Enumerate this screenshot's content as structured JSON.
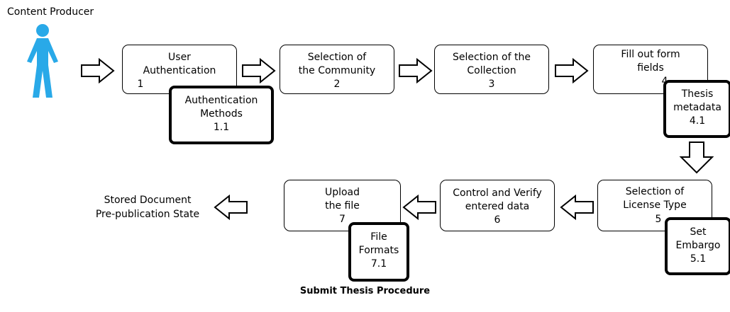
{
  "actor": {
    "label": "Content Producer"
  },
  "steps": {
    "s1": {
      "line1": "User",
      "line2": "Authentication",
      "num": "1"
    },
    "s2": {
      "line1": "Selection of",
      "line2": "the Community",
      "num": "2"
    },
    "s3": {
      "line1": "Selection of the",
      "line2": "Collection",
      "num": "3"
    },
    "s4": {
      "line1": "Fill out form",
      "line2": "fields",
      "num": "4"
    },
    "s5": {
      "line1": "Selection of",
      "line2": "License Type",
      "num": "5"
    },
    "s6": {
      "line1": "Control and Verify",
      "line2": "entered data",
      "num": "6"
    },
    "s7": {
      "line1": "Upload",
      "line2": "the file",
      "num": "7"
    }
  },
  "substeps": {
    "s1_1": {
      "line1": "Authentication",
      "line2": "Methods",
      "num": "1.1"
    },
    "s4_1": {
      "line1": "Thesis",
      "line2": "metadata",
      "num": "4.1"
    },
    "s5_1": {
      "line1": "Set",
      "line2": "Embargo",
      "num": "5.1"
    },
    "s7_1": {
      "line1": "File",
      "line2": "Formats",
      "num": "7.1"
    }
  },
  "end_state": {
    "line1": "Stored Document",
    "line2": "Pre-publication State"
  },
  "caption": "Submit Thesis Procedure",
  "colors": {
    "actor": "#29a9e8",
    "stroke": "#000000"
  }
}
